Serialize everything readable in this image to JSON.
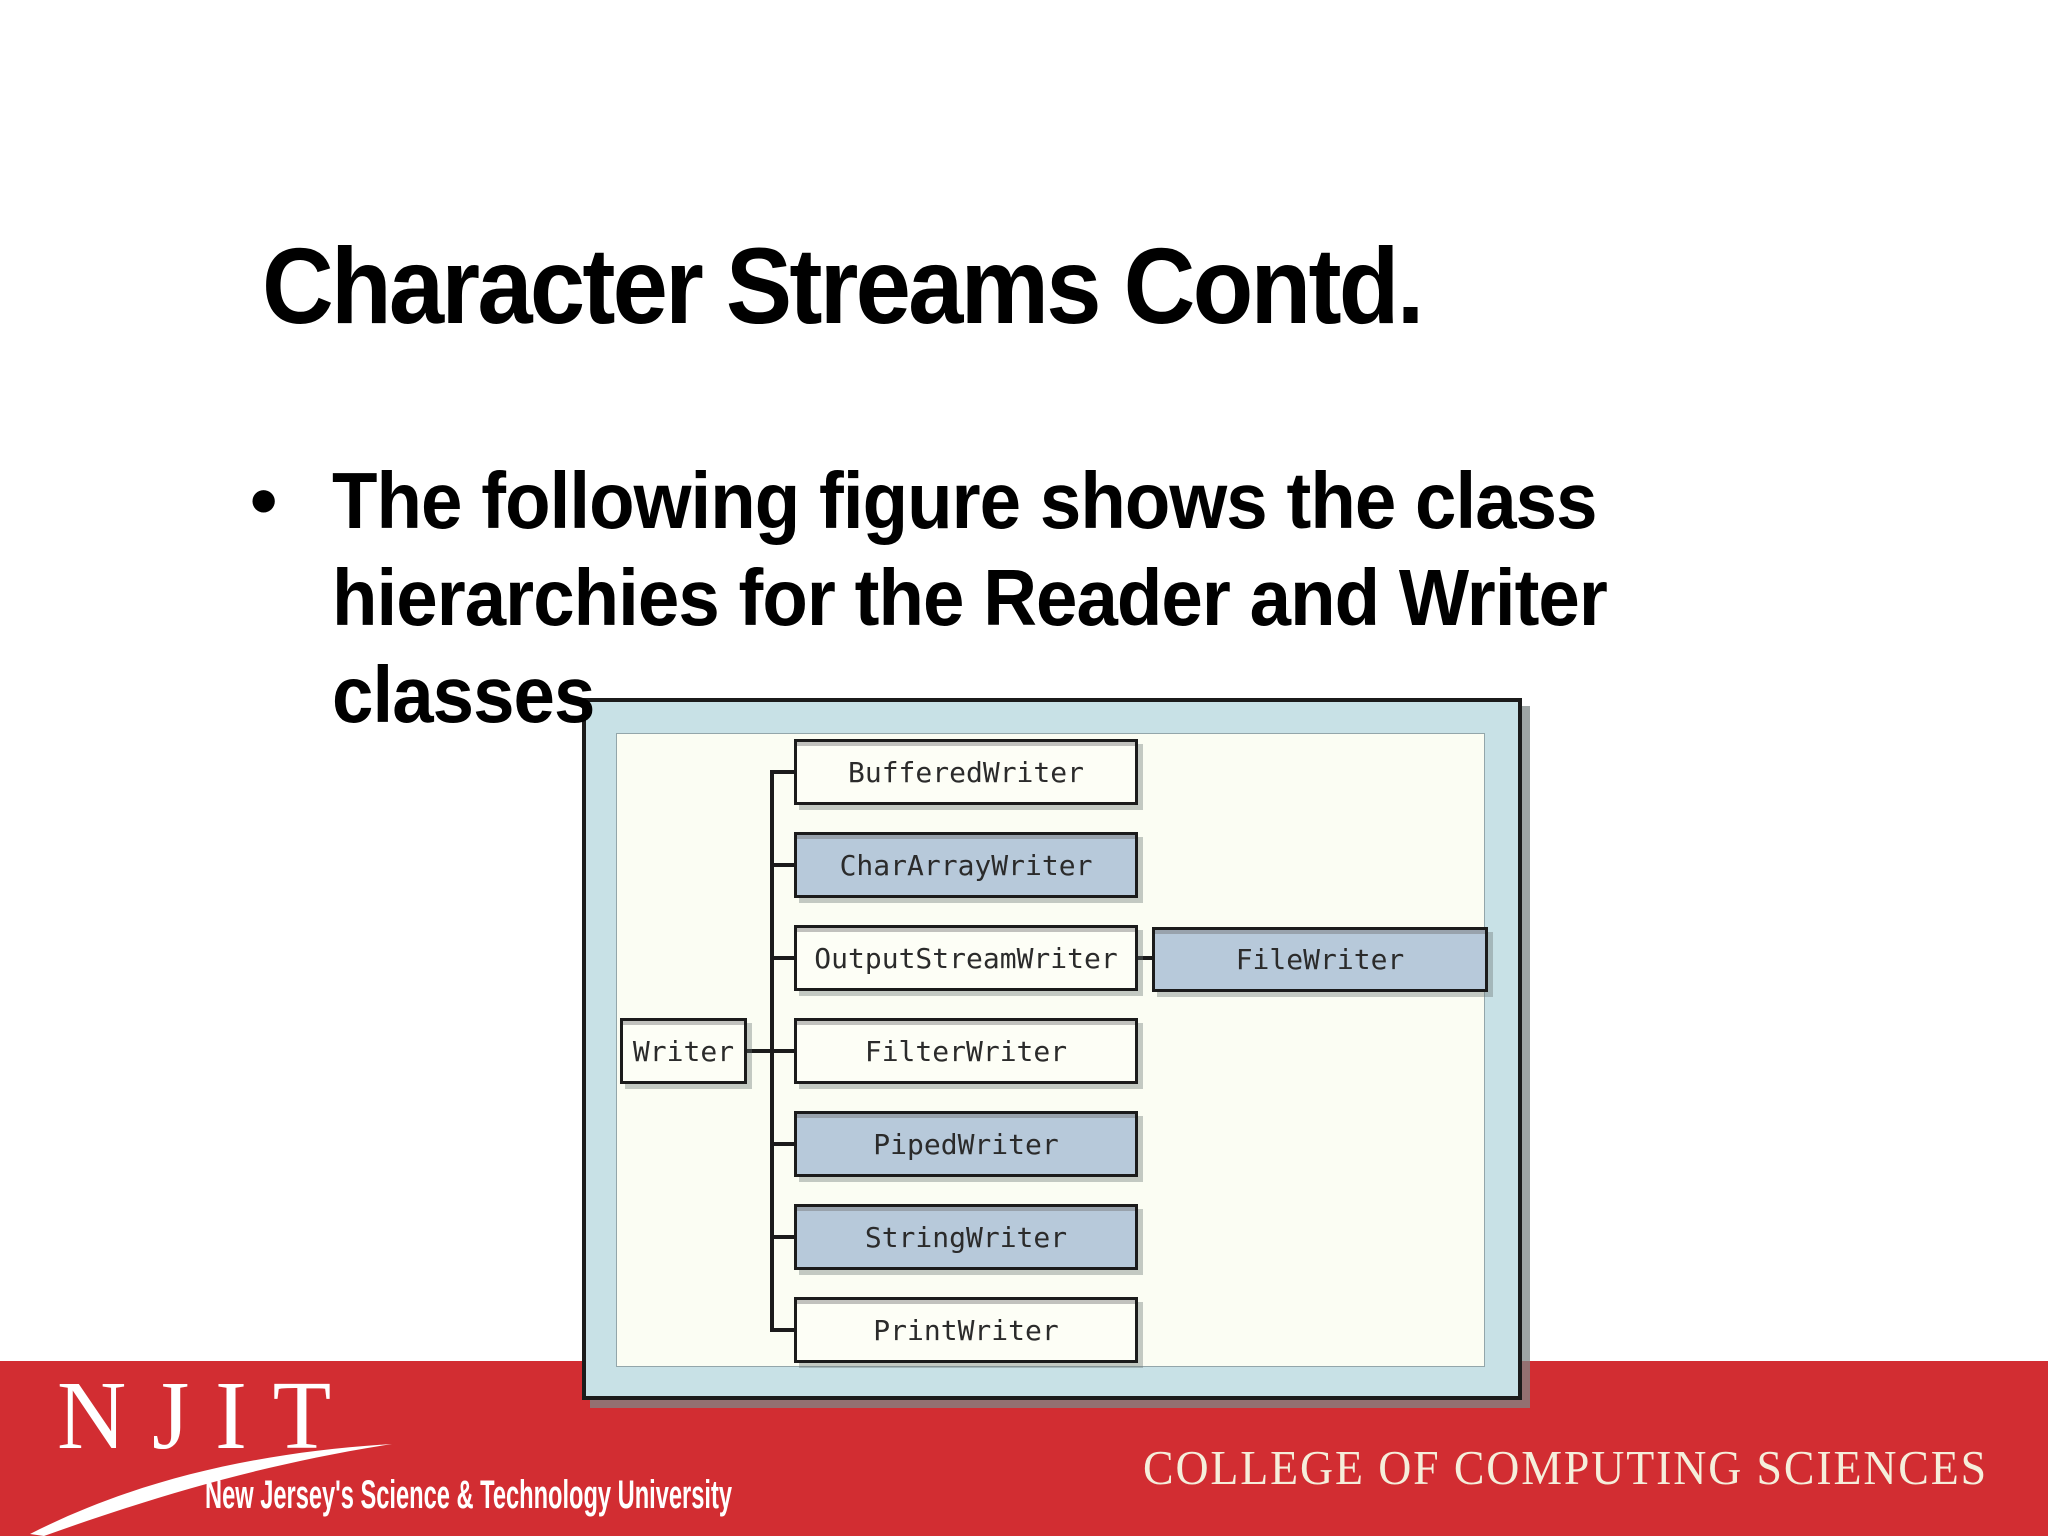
{
  "slide": {
    "title": "Character Streams Contd.",
    "bullet_char": "•",
    "body_text": "The following figure shows the class\nhierarchies for the Reader and Writer\nclasses"
  },
  "diagram": {
    "description": "Writer class hierarchy figure",
    "root_class": "Writer",
    "subclasses": [
      {
        "label": "BufferedWriter",
        "highlighted": false
      },
      {
        "label": "CharArrayWriter",
        "highlighted": true
      },
      {
        "label": "OutputStreamWriter",
        "highlighted": false,
        "child": "FileWriter"
      },
      {
        "label": "FilterWriter",
        "highlighted": false
      },
      {
        "label": "PipedWriter",
        "highlighted": true
      },
      {
        "label": "StringWriter",
        "highlighted": true
      },
      {
        "label": "PrintWriter",
        "highlighted": false
      }
    ],
    "file_writer_label": "FileWriter",
    "colors": {
      "panel_background": "#c8e1e6",
      "inner_background": "#fbfdf3",
      "plain_box": "#fdfef6",
      "highlight_box": "#b7c9da",
      "border": "#1b1b1b"
    }
  },
  "footer": {
    "band_color": "#d22d32",
    "logo_text": "NJIT",
    "tagline": "New Jersey's Science & Technology University",
    "college": "COLLEGE OF COMPUTING SCIENCES",
    "college_color": "#f5eedb"
  }
}
